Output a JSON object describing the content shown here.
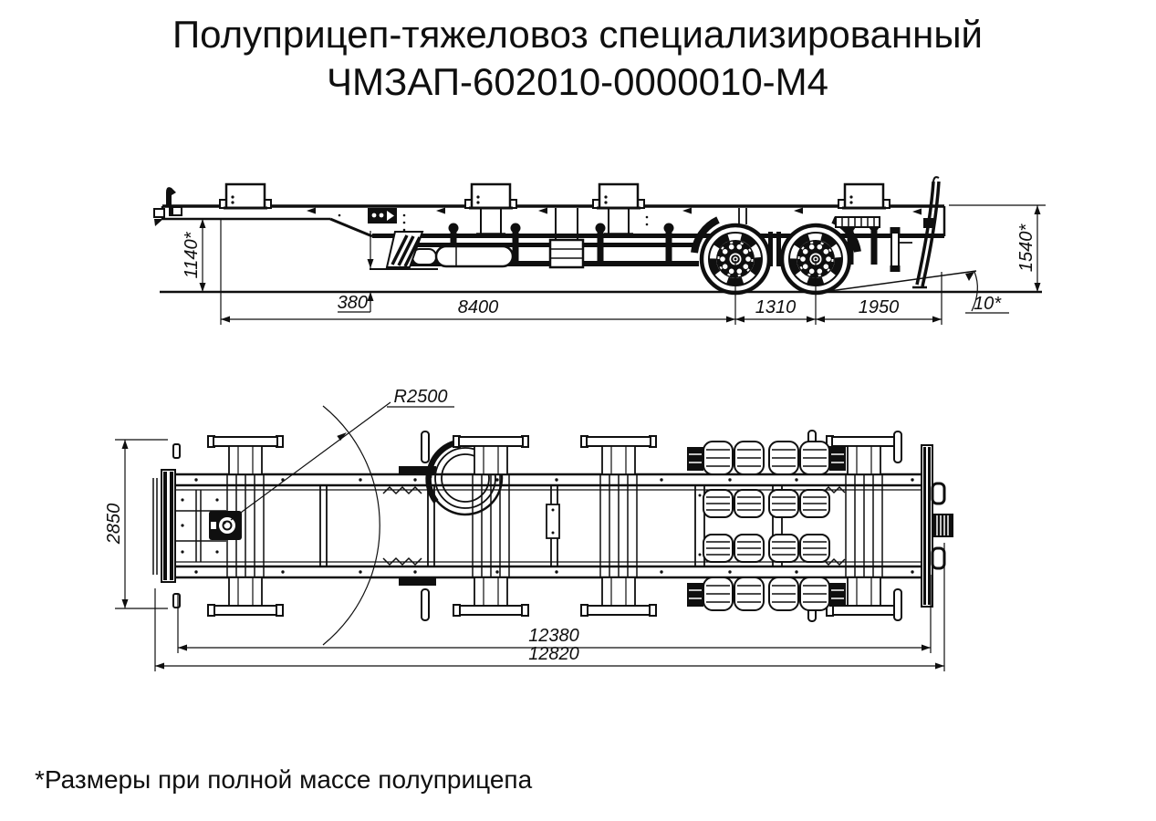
{
  "title": {
    "line1": "Полуприцеп-тяжеловоз специализированный",
    "line2": "ЧМЗАП-602010-0000010-М4"
  },
  "footnote": "*Размеры при полной массе полуприцепа",
  "drawing": {
    "colors": {
      "line": "#0f0f0f",
      "background": "#ffffff"
    },
    "side_view": {
      "dimensions": {
        "fifth_wheel_height": "1140*",
        "rear_frame_height": "1540*",
        "ground_clearance": "380",
        "kingpin_to_first_axle": "8400",
        "axle_spacing": "1310",
        "axle_to_rear": "1950",
        "departure_angle": "10*"
      }
    },
    "top_view": {
      "dimensions": {
        "swing_radius": "R2500",
        "overall_width": "2850",
        "frame_length": "12380",
        "overall_length": "12820"
      }
    }
  }
}
